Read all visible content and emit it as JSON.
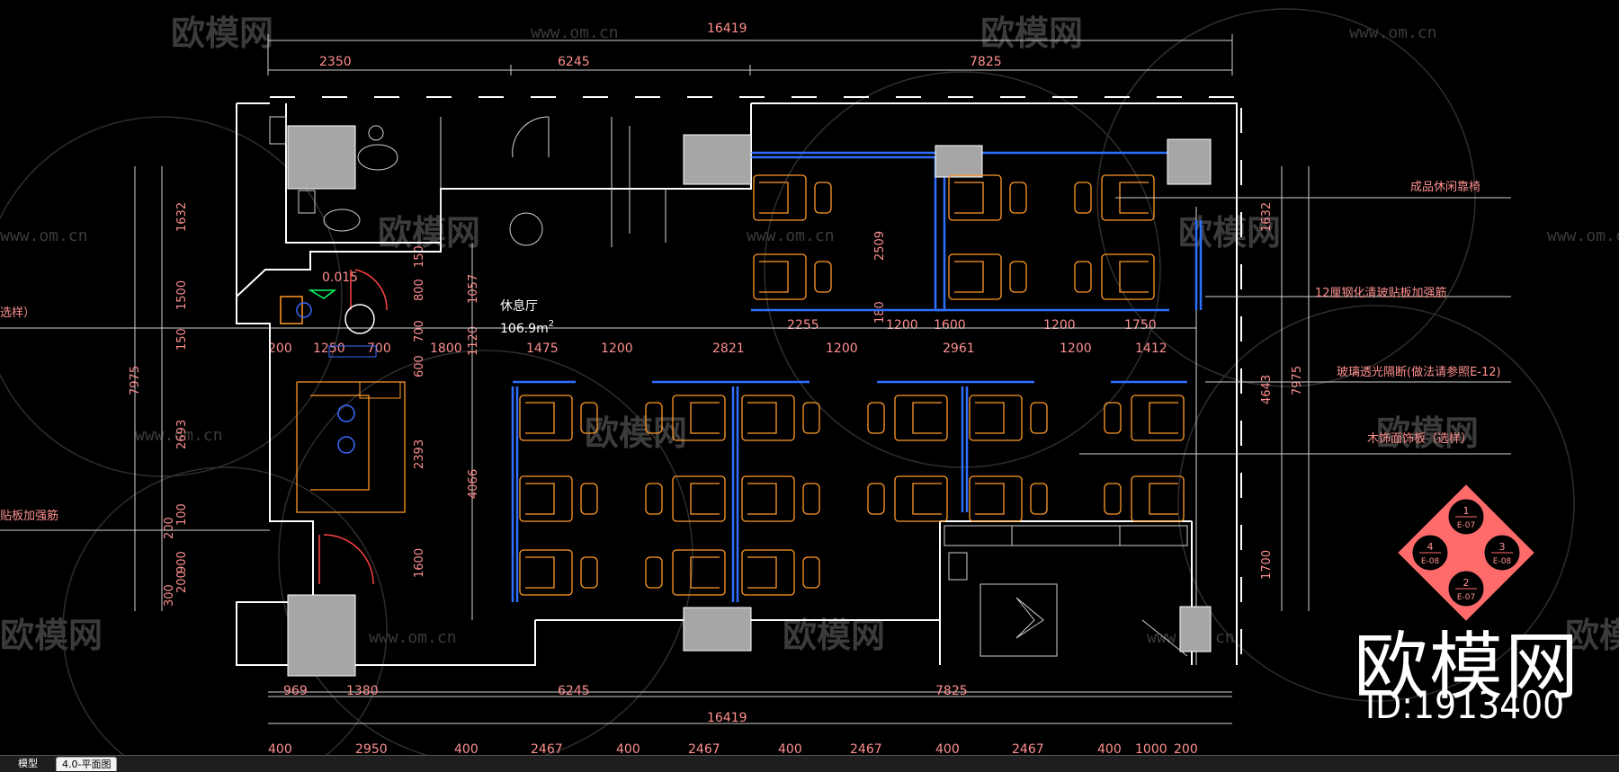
{
  "drawing": {
    "dims_top_total": "16419",
    "dims_top": [
      "2350",
      "6245",
      "7825"
    ],
    "dims_bottom": [
      "969",
      "1380",
      "6245",
      "7825"
    ],
    "dims_bottom_total": "16419",
    "dims_bottom_row2": [
      "400",
      "2950",
      "400",
      "2467",
      "400",
      "2467",
      "400",
      "2467",
      "400",
      "2467",
      "400",
      "1000",
      "200"
    ],
    "dims_left_outer": "7975",
    "dims_left": [
      "1632",
      "1500",
      "150",
      "2693",
      "200",
      "100",
      "900",
      "200",
      "300"
    ],
    "dims_left_inner": [
      "150",
      "800",
      "700",
      "600",
      "2393",
      "1600"
    ],
    "dims_mid_v": [
      "1057",
      "1120",
      "4066"
    ],
    "dims_row_upper": [
      "200",
      "1250",
      "700",
      "1800"
    ],
    "dims_row_mid_upper": [
      "2255",
      "1200",
      "1600",
      "1200",
      "1750"
    ],
    "dims_row_mid": [
      "1475",
      "1200",
      "2821",
      "1200",
      "2961",
      "1200",
      "1412"
    ],
    "dims_right": [
      "1632",
      "4643",
      "7975",
      "1700"
    ],
    "dims_misc": [
      "2509",
      "180",
      "0.015"
    ],
    "room_name": "休息厅",
    "room_area": "106.9m",
    "room_area_sup": "2",
    "notes": [
      "成品休闲靠椅",
      "12厘钢化清玻贴板加强筋",
      "玻璃透光隔断(做法请参照E-12)",
      "木饰面饰板（选样）"
    ],
    "left_notes": [
      "选样）",
      "贴板加强筋"
    ],
    "index_symbol": {
      "quadrants": [
        {
          "num": "1",
          "ref": "E-07"
        },
        {
          "num": "3",
          "ref": "E-08"
        },
        {
          "num": "2",
          "ref": "E-07"
        },
        {
          "num": "4",
          "ref": "E-08"
        }
      ]
    }
  },
  "watermark": {
    "brand": "欧模网",
    "url": "www.om.cn",
    "id_text": "ID:1913400"
  },
  "tabs": {
    "model": "模型",
    "layout": "4.0-平面图"
  },
  "colors": {
    "background": "#000000",
    "wall": "#ffffff",
    "dimension": "#ff8f8f",
    "furniture": "#ff9a2a",
    "glass_partition": "#2f6fff",
    "column": "#a6a6a6",
    "index_symbol": "#ff6b6b"
  }
}
